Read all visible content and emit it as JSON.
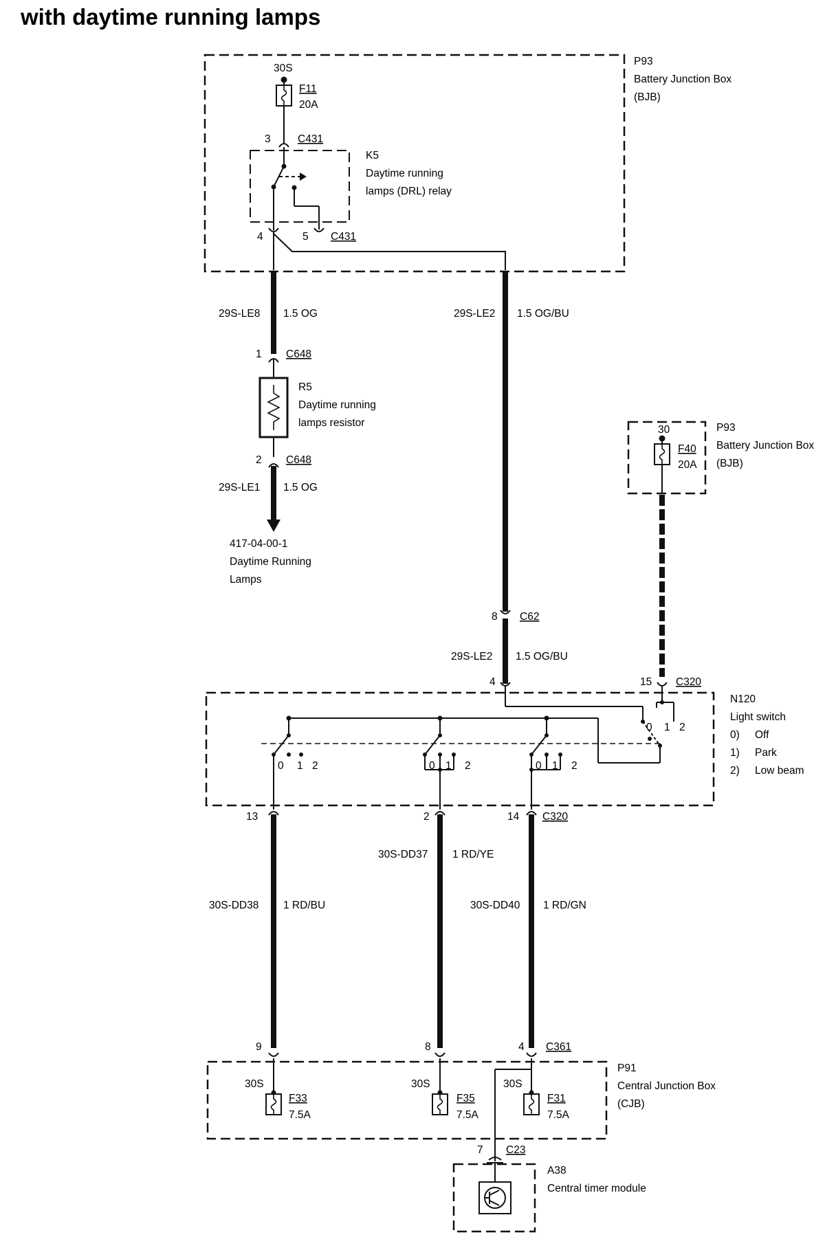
{
  "title": "with daytime running lamps",
  "bjb_top": {
    "id": "P93",
    "name": "Battery Junction Box",
    "abbr": "(BJB)"
  },
  "bjb_right": {
    "id": "P93",
    "name": "Battery Junction Box",
    "abbr": "(BJB)"
  },
  "cjb": {
    "id": "P91",
    "name": "Central Junction Box",
    "abbr": "(CJB)"
  },
  "fuses": {
    "f11": {
      "id": "F11",
      "rating": "20A",
      "feed": "30S"
    },
    "f40": {
      "id": "F40",
      "rating": "20A",
      "feed": "30"
    },
    "f33": {
      "id": "F33",
      "rating": "7.5A",
      "feed": "30S"
    },
    "f35": {
      "id": "F35",
      "rating": "7.5A",
      "feed": "30S"
    },
    "f31": {
      "id": "F31",
      "rating": "7.5A",
      "feed": "30S"
    }
  },
  "relay": {
    "id": "K5",
    "line1": "Daytime running",
    "line2": "lamps (DRL) relay"
  },
  "resistor": {
    "id": "R5",
    "line1": "Daytime running",
    "line2": "lamps resistor"
  },
  "light_switch": {
    "id": "N120",
    "name": "Light switch",
    "positions": [
      {
        "num": "0)",
        "label": "Off"
      },
      {
        "num": "1)",
        "label": "Park"
      },
      {
        "num": "2)",
        "label": "Low beam"
      }
    ]
  },
  "module": {
    "id": "A38",
    "name": "Central timer module"
  },
  "destination": {
    "ref": "417-04-00-1",
    "line1": "Daytime Running",
    "line2": "Lamps"
  },
  "connectors": {
    "c431_top": {
      "name": "C431",
      "pin": "3"
    },
    "c431_bottom": {
      "name": "C431",
      "pin4": "4",
      "pin5": "5"
    },
    "c648_top": {
      "name": "C648",
      "pin": "1"
    },
    "c648_bottom": {
      "name": "C648",
      "pin": "2"
    },
    "c62": {
      "name": "C62",
      "pin": "8"
    },
    "c320_top": {
      "name": "C320",
      "pin_left": "4",
      "pin_right": "15"
    },
    "c320_bottom": {
      "name": "C320",
      "pins": [
        "13",
        "2",
        "14"
      ]
    },
    "c361": {
      "name": "C361",
      "pins": [
        "9",
        "8",
        "4"
      ]
    },
    "c23": {
      "name": "C23",
      "pin": "7"
    }
  },
  "wires": {
    "le8": {
      "circuit": "29S-LE8",
      "spec": "1.5 OG"
    },
    "le2_top": {
      "circuit": "29S-LE2",
      "spec": "1.5 OG/BU"
    },
    "le1": {
      "circuit": "29S-LE1",
      "spec": "1.5 OG"
    },
    "le2_bottom": {
      "circuit": "29S-LE2",
      "spec": "1.5 OG/BU"
    },
    "dd38": {
      "circuit": "30S-DD38",
      "spec": "1 RD/BU"
    },
    "dd37": {
      "circuit": "30S-DD37",
      "spec": "1 RD/YE"
    },
    "dd40": {
      "circuit": "30S-DD40",
      "spec": "1 RD/GN"
    }
  },
  "switch_pos_labels": {
    "p0": "0",
    "p1": "1",
    "p2": "2"
  }
}
